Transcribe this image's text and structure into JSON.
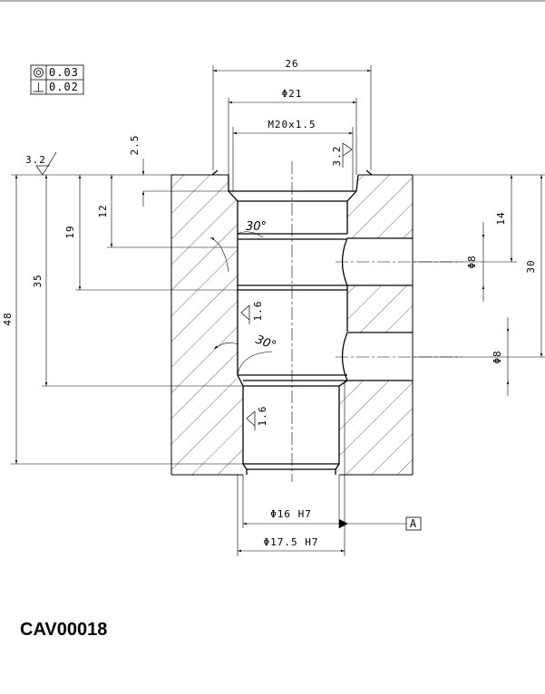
{
  "tolerances": [
    {
      "symbol": "concentricity-icon",
      "value": "0.03"
    },
    {
      "symbol": "perpendicularity-icon",
      "value": "0.02"
    }
  ],
  "roughness": {
    "top": "3.2",
    "thread": "3.2",
    "bore_upper": "1.6",
    "bore_lower": "1.6"
  },
  "dims": {
    "d26": "26",
    "d21": "Φ21",
    "m20": "M20x1.5",
    "d2_5": "2.5",
    "d12": "12",
    "d19": "19",
    "d35": "35",
    "d48": "48",
    "d14": "14",
    "d30": "30",
    "phi8_upper": "Φ8",
    "phi8_lower": "Φ8",
    "d16": "Φ16 H7",
    "d17_5": "Φ17.5 H7"
  },
  "angles": {
    "upper": "30°",
    "lower": "30°"
  },
  "datum": "A",
  "drawing_code": "CAV00018"
}
